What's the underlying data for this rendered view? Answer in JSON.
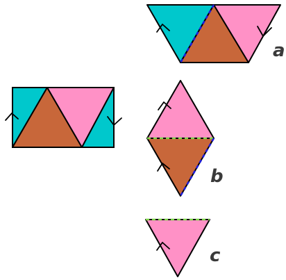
{
  "colors": {
    "cyan": "#00c8cc",
    "pink": "#ff91c6",
    "brown": "#c8673a",
    "outline": "#000000",
    "blue_dashed_edge": "#1c1cd8",
    "green_dashed_edge": "#7fd64a"
  },
  "figures": [
    {
      "id": "rectangle",
      "label": ""
    },
    {
      "id": "trapezoid",
      "label": "a"
    },
    {
      "id": "rhombus",
      "label": "b"
    },
    {
      "id": "triangle",
      "label": "c"
    }
  ]
}
